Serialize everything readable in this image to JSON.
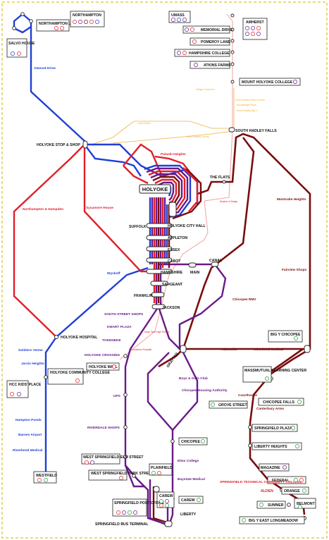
{
  "colors": {
    "blue": "#1f3fd6",
    "red": "#e0202a",
    "maroon": "#7a0d0d",
    "purple": "#6a1a8a",
    "orange": "#f0b040",
    "pink": "#f2a0a0",
    "green": "#2a9a3a",
    "border_dash": "#d4b000"
  },
  "stations": {
    "northampton_lodging": "NORTHAMPTON LODGING",
    "northampton": "NORTHAMPTON",
    "salvo_house": "SALVO HOUSE",
    "umass": "UMASS",
    "memorial_drive": "MEMORIAL DRIVE",
    "amherst": "AMHERST",
    "pomeroy_lane": "POMEROY LANE",
    "hampshire_college": "HAMPSHIRE COLLEGE",
    "atkins_farms": "ATKINS FARMS",
    "mount_holyoke_college": "MOUNT HOLYOKE COLLEGE",
    "south_hadley_falls": "SOUTH HADLEY FALLS",
    "holyoke_stop_shop": "HOLYOKE STOP & SHOP",
    "the_flats": "THE FLATS",
    "holyoke": "HOLYOKE",
    "suffolk": "SUFFOLK",
    "holyoke_city_hall": "HOLYOKE CITY HALL",
    "appleton": "APPLETON",
    "essex": "ESSEX",
    "cabot": "CABOT",
    "canal": "CANAL",
    "main": "MAIN",
    "hampshire": "HAMPSHIRE",
    "sargeant": "SARGEANT",
    "franklin": "FRANKLIN",
    "jackson": "JACKSON",
    "south_street_shops": "SOUTH STREET SHOPS",
    "kmart_plaza": "KMART PLAZA",
    "tokeneke": "TOKENEKE",
    "holyoke_crossing": "HOLYOKE CROSSING",
    "holyoke_mall": "HOLYOKE MALL",
    "ups": "UPS",
    "riverdale_shops": "RIVERDALE SHOPS",
    "holyoke_hospital": "HOLYOKE HOSPITAL",
    "holyoke_community_college": "HOLYOKE COMMUNITY COLLEGE",
    "hcc_kids_place": "HCC KIDS' PLACE",
    "westfield": "WESTFIELD",
    "big_y_chicopee": "BIG Y CHICOPEE",
    "massmutual_learning_center": "MASSMUTUAL LEARNING CENTER",
    "chicopee_falls": "CHICOPEE FALLS",
    "grove_street": "GROVE STREET",
    "springfield_plaza": "SPRINGFIELD PLAZA",
    "liberty_heights": "LIBERTY HEIGHTS",
    "magazine": "MAGAZINE",
    "stcc": "SPRINGFIELD TECHNICAL COMMUNITY COLLEGE",
    "federal": "FEDERAL",
    "orange": "ORANGE",
    "alden": "ALDEN",
    "sumner": "SUMNER",
    "belmont": "BELMONT",
    "big_y_east_longmeadow": "BIG Y EAST LONGMEADOW",
    "chicopee": "CHICOPEE",
    "west_springfield_elm": "WEST SPRINGFIELD ELM STREET",
    "west_springfield_park": "WEST SPRINGFIELD PARK STREET",
    "plainfield": "PLAINFIELD",
    "carew": "CAREW",
    "springfield_post_office": "SPRINGFIELD POST OFFICE",
    "springfield_bus_terminal": "SPRINGFIELD BUS TERMINAL",
    "liberty": "LIBERTY",
    "grattan": "GRATTAN"
  },
  "labels": {
    "atwood_drive": "Atwood Drive",
    "pulaski_heights": "Pulaski Heights",
    "northampton_hampden": "Northampton & Hampden",
    "sycamore_house": "Sycamore House",
    "wyckoff": "Wyckoff",
    "lower_westfield": "Lower Westfield",
    "sheffield": "Sheffield",
    "montcalm_heights": "Montcalm Heights",
    "fairview_shops": "Fairview Shops",
    "chicopee_rmv": "Chicopee RMV",
    "aldenville": "Aldenville",
    "riverbend_medical": "Riverbend Medical",
    "soldiers_home": "Soldiers' Home",
    "jarvis_heights": "Jarvis Heights",
    "hampton_ponds": "Hampton Ponds",
    "barnes_airport": "Barnes Airport",
    "riverbend_medical_2": "Riverbend Medical",
    "boys_girls_club": "Boys & Girls Club",
    "chicopee_housing": "Chicopee Housing Authority",
    "courthouse": "Courthouse",
    "canterbury_arms": "Canterbury Arms",
    "elms_college": "Elms College",
    "baystate_medical": "Baystate Medical",
    "village_commons": "Village Commons",
    "mhc_center": "South Hadley Senior Center",
    "woodbridge": "Woodbridge Place",
    "south_hadley_big_y": "South Hadley Big Y",
    "lamb_street": "Lamb Street",
    "south_hadley_library": "South Hadley Library",
    "mosher_bridge": "Mosher & Bridge",
    "dean_tech": "Dean Tech High School",
    "providence_hospital": "Providence Hospital"
  }
}
